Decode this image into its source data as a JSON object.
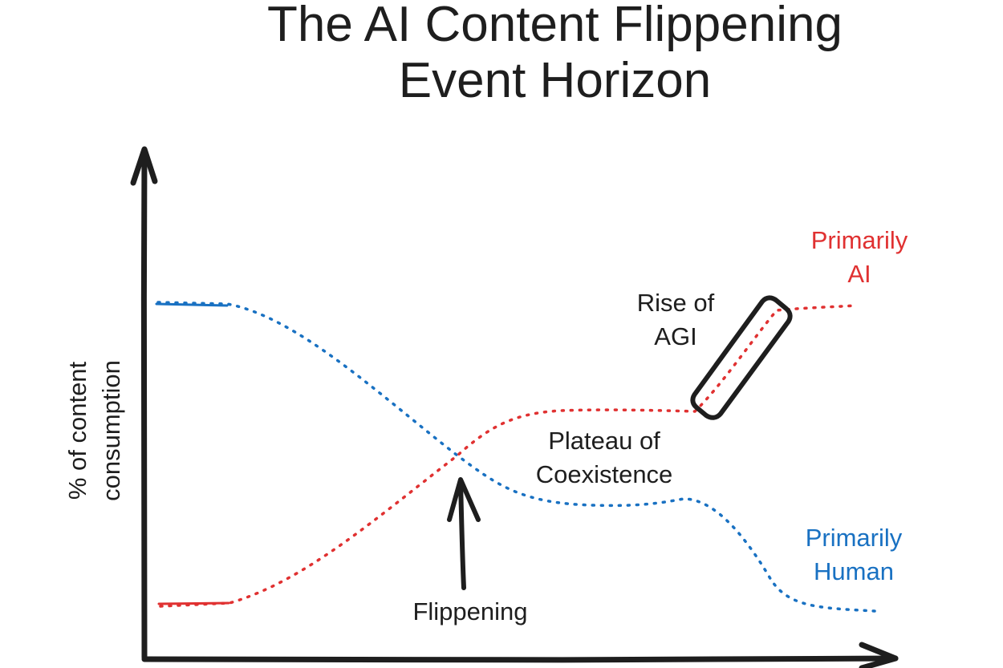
{
  "title": {
    "line1": "The AI Content Flippening",
    "line2": "Event Horizon"
  },
  "y_axis_label": {
    "line1": "% of content",
    "line2": "consumption"
  },
  "annotations": {
    "primarily_ai": {
      "line1": "Primarily",
      "line2": "AI"
    },
    "primarily_human": {
      "line1": "Primarily",
      "line2": "Human"
    },
    "rise_of_agi": {
      "line1": "Rise of",
      "line2": "AGI"
    },
    "plateau": {
      "line1": "Plateau of",
      "line2": "Coexistence"
    },
    "flippening": "Flippening"
  },
  "colors": {
    "ink": "#1e1e1e",
    "ai_curve": "#e03131",
    "human_curve": "#1971c2"
  },
  "series": [
    {
      "name": "Primarily AI",
      "color": "#e03131",
      "trend": "low, rising through the flippening to a plateau, then rising sharply to high"
    },
    {
      "name": "Primarily Human",
      "color": "#1971c2",
      "trend": "high, falling through the flippening to a plateau, then falling to low"
    }
  ]
}
